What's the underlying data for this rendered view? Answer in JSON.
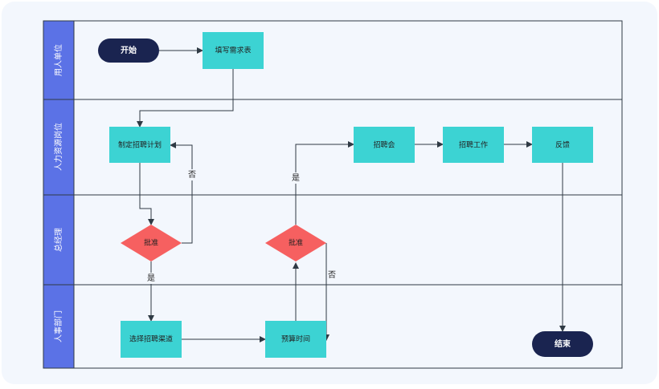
{
  "lanes": [
    {
      "id": "lane1",
      "label": "用人单位"
    },
    {
      "id": "lane2",
      "label": "人力资源岗位"
    },
    {
      "id": "lane3",
      "label": "总经理"
    },
    {
      "id": "lane4",
      "label": "人事部门"
    }
  ],
  "nodes": {
    "start": "开始",
    "fill_form": "填写需求表",
    "make_plan": "制定招聘计划",
    "approve1": "批准",
    "approve2": "批准",
    "select_channel": "选择招聘渠道",
    "budget_time": "预算时间",
    "job_fair": "招聘会",
    "recruit_work": "招聘工作",
    "feedback": "反馈",
    "end": "结束"
  },
  "edge_labels": {
    "no1": "否",
    "yes1": "是",
    "yes2": "是",
    "no2": "否"
  },
  "colors": {
    "lane_header": "#5b72e6",
    "lane_header_text": "#ffffff",
    "panel_bg": "#f3f7fd",
    "grid_line": "#2f3a44",
    "process": "#3cd3d3",
    "decision": "#f66060",
    "terminal": "#1a2450",
    "arrow": "#2f3a44"
  }
}
